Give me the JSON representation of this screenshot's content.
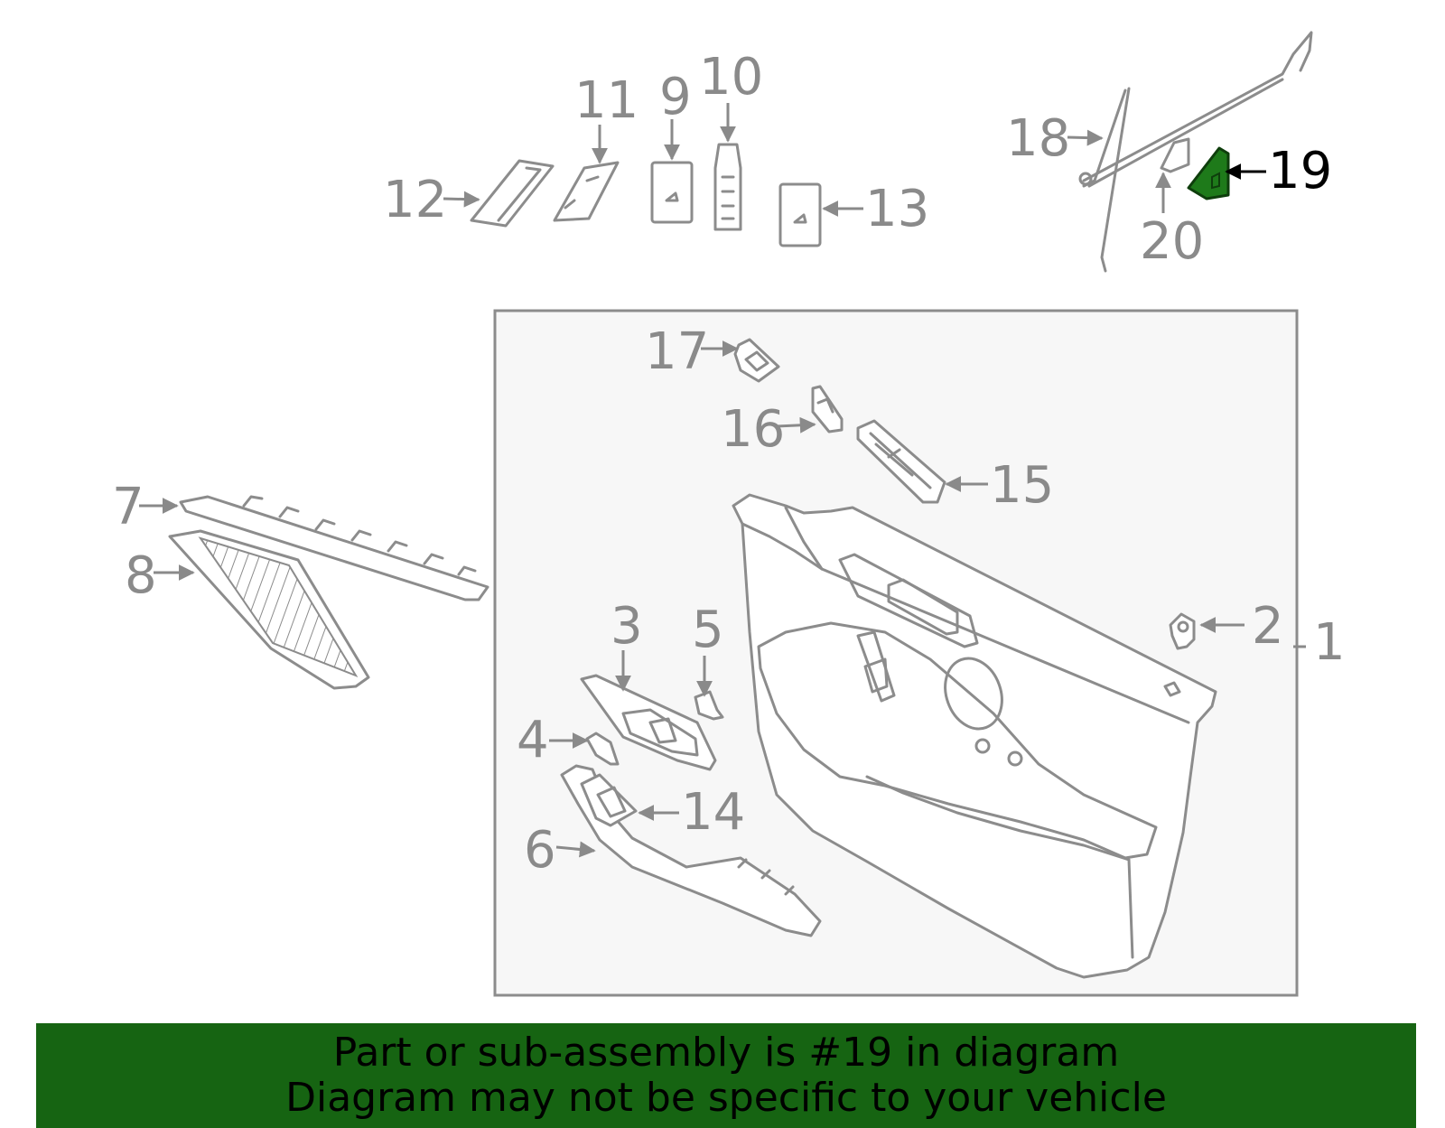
{
  "diagram": {
    "callouts": [
      "1",
      "2",
      "3",
      "4",
      "5",
      "6",
      "7",
      "8",
      "9",
      "10",
      "11",
      "12",
      "13",
      "14",
      "15",
      "16",
      "17",
      "18",
      "19",
      "20"
    ],
    "highlight_part": "19"
  },
  "banner": {
    "line1": "Part or sub-assembly is #19 in diagram",
    "line2": "Diagram may not be specific to your vehicle",
    "color": "#166412"
  },
  "colors": {
    "highlight": "#1e7a1a",
    "line": "#8c8c8c",
    "panel_bg": "#f7f7f7"
  }
}
